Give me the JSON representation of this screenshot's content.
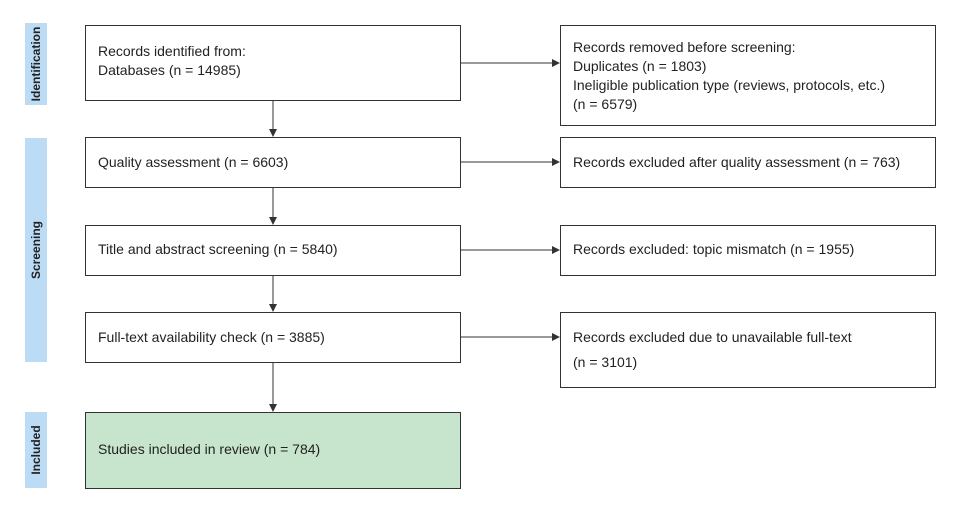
{
  "stages": {
    "identification": "Identification",
    "screening": "Screening",
    "included": "Included"
  },
  "main_boxes": {
    "identified": {
      "line1": "Records identified from:",
      "line2": "Databases (n = 14985)"
    },
    "quality": "Quality assessment (n = 6603)",
    "title_abstract": "Title and abstract screening (n = 5840)",
    "fulltext": "Full-text availability check (n = 3885)",
    "included": "Studies included in review (n = 784)"
  },
  "side_boxes": {
    "removed": {
      "line1": "Records removed before screening:",
      "line2": "Duplicates (n = 1803)",
      "line3": "Ineligible publication type (reviews, protocols, etc.)",
      "line4": "(n = 6579)"
    },
    "excluded_quality": "Records excluded after quality assessment (n = 763)",
    "excluded_topic": "Records excluded: topic mismatch (n = 1955)",
    "excluded_fulltext": {
      "line1": "Records excluded due to unavailable full-text",
      "line2": "(n = 3101)"
    }
  },
  "colors": {
    "stage_bar": "#bcdcf6",
    "included_fill": "#c6e5cc",
    "border": "#333333"
  }
}
